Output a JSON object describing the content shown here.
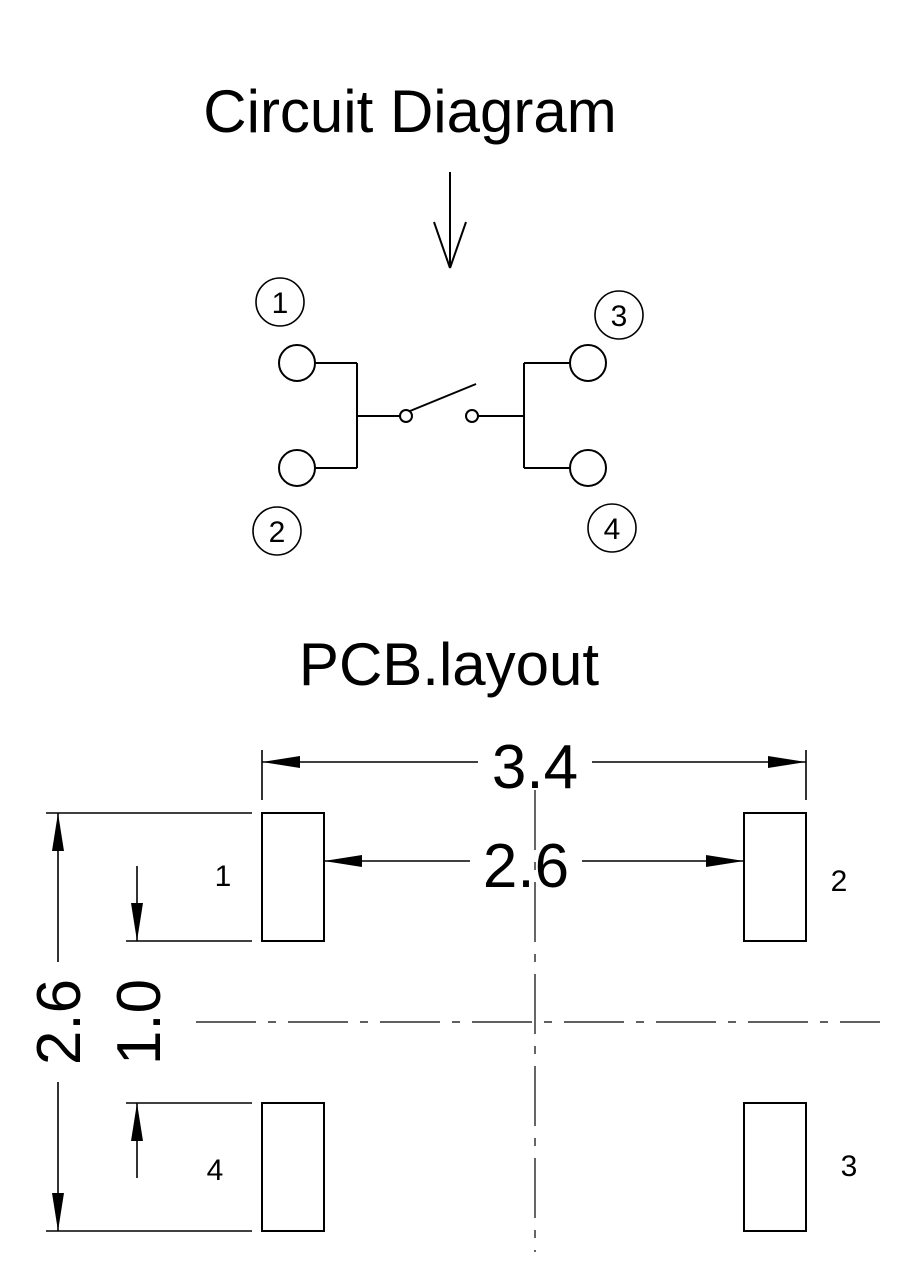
{
  "circuit": {
    "title": "Circuit Diagram",
    "pins": [
      "1",
      "2",
      "3",
      "4"
    ]
  },
  "pcb": {
    "title": "PCB.layout",
    "dimensions": {
      "overall_width": "3.4",
      "inner_width": "2.6",
      "overall_height": "2.6",
      "pad_height": "1.0"
    },
    "pads": [
      "1",
      "2",
      "3",
      "4"
    ]
  }
}
